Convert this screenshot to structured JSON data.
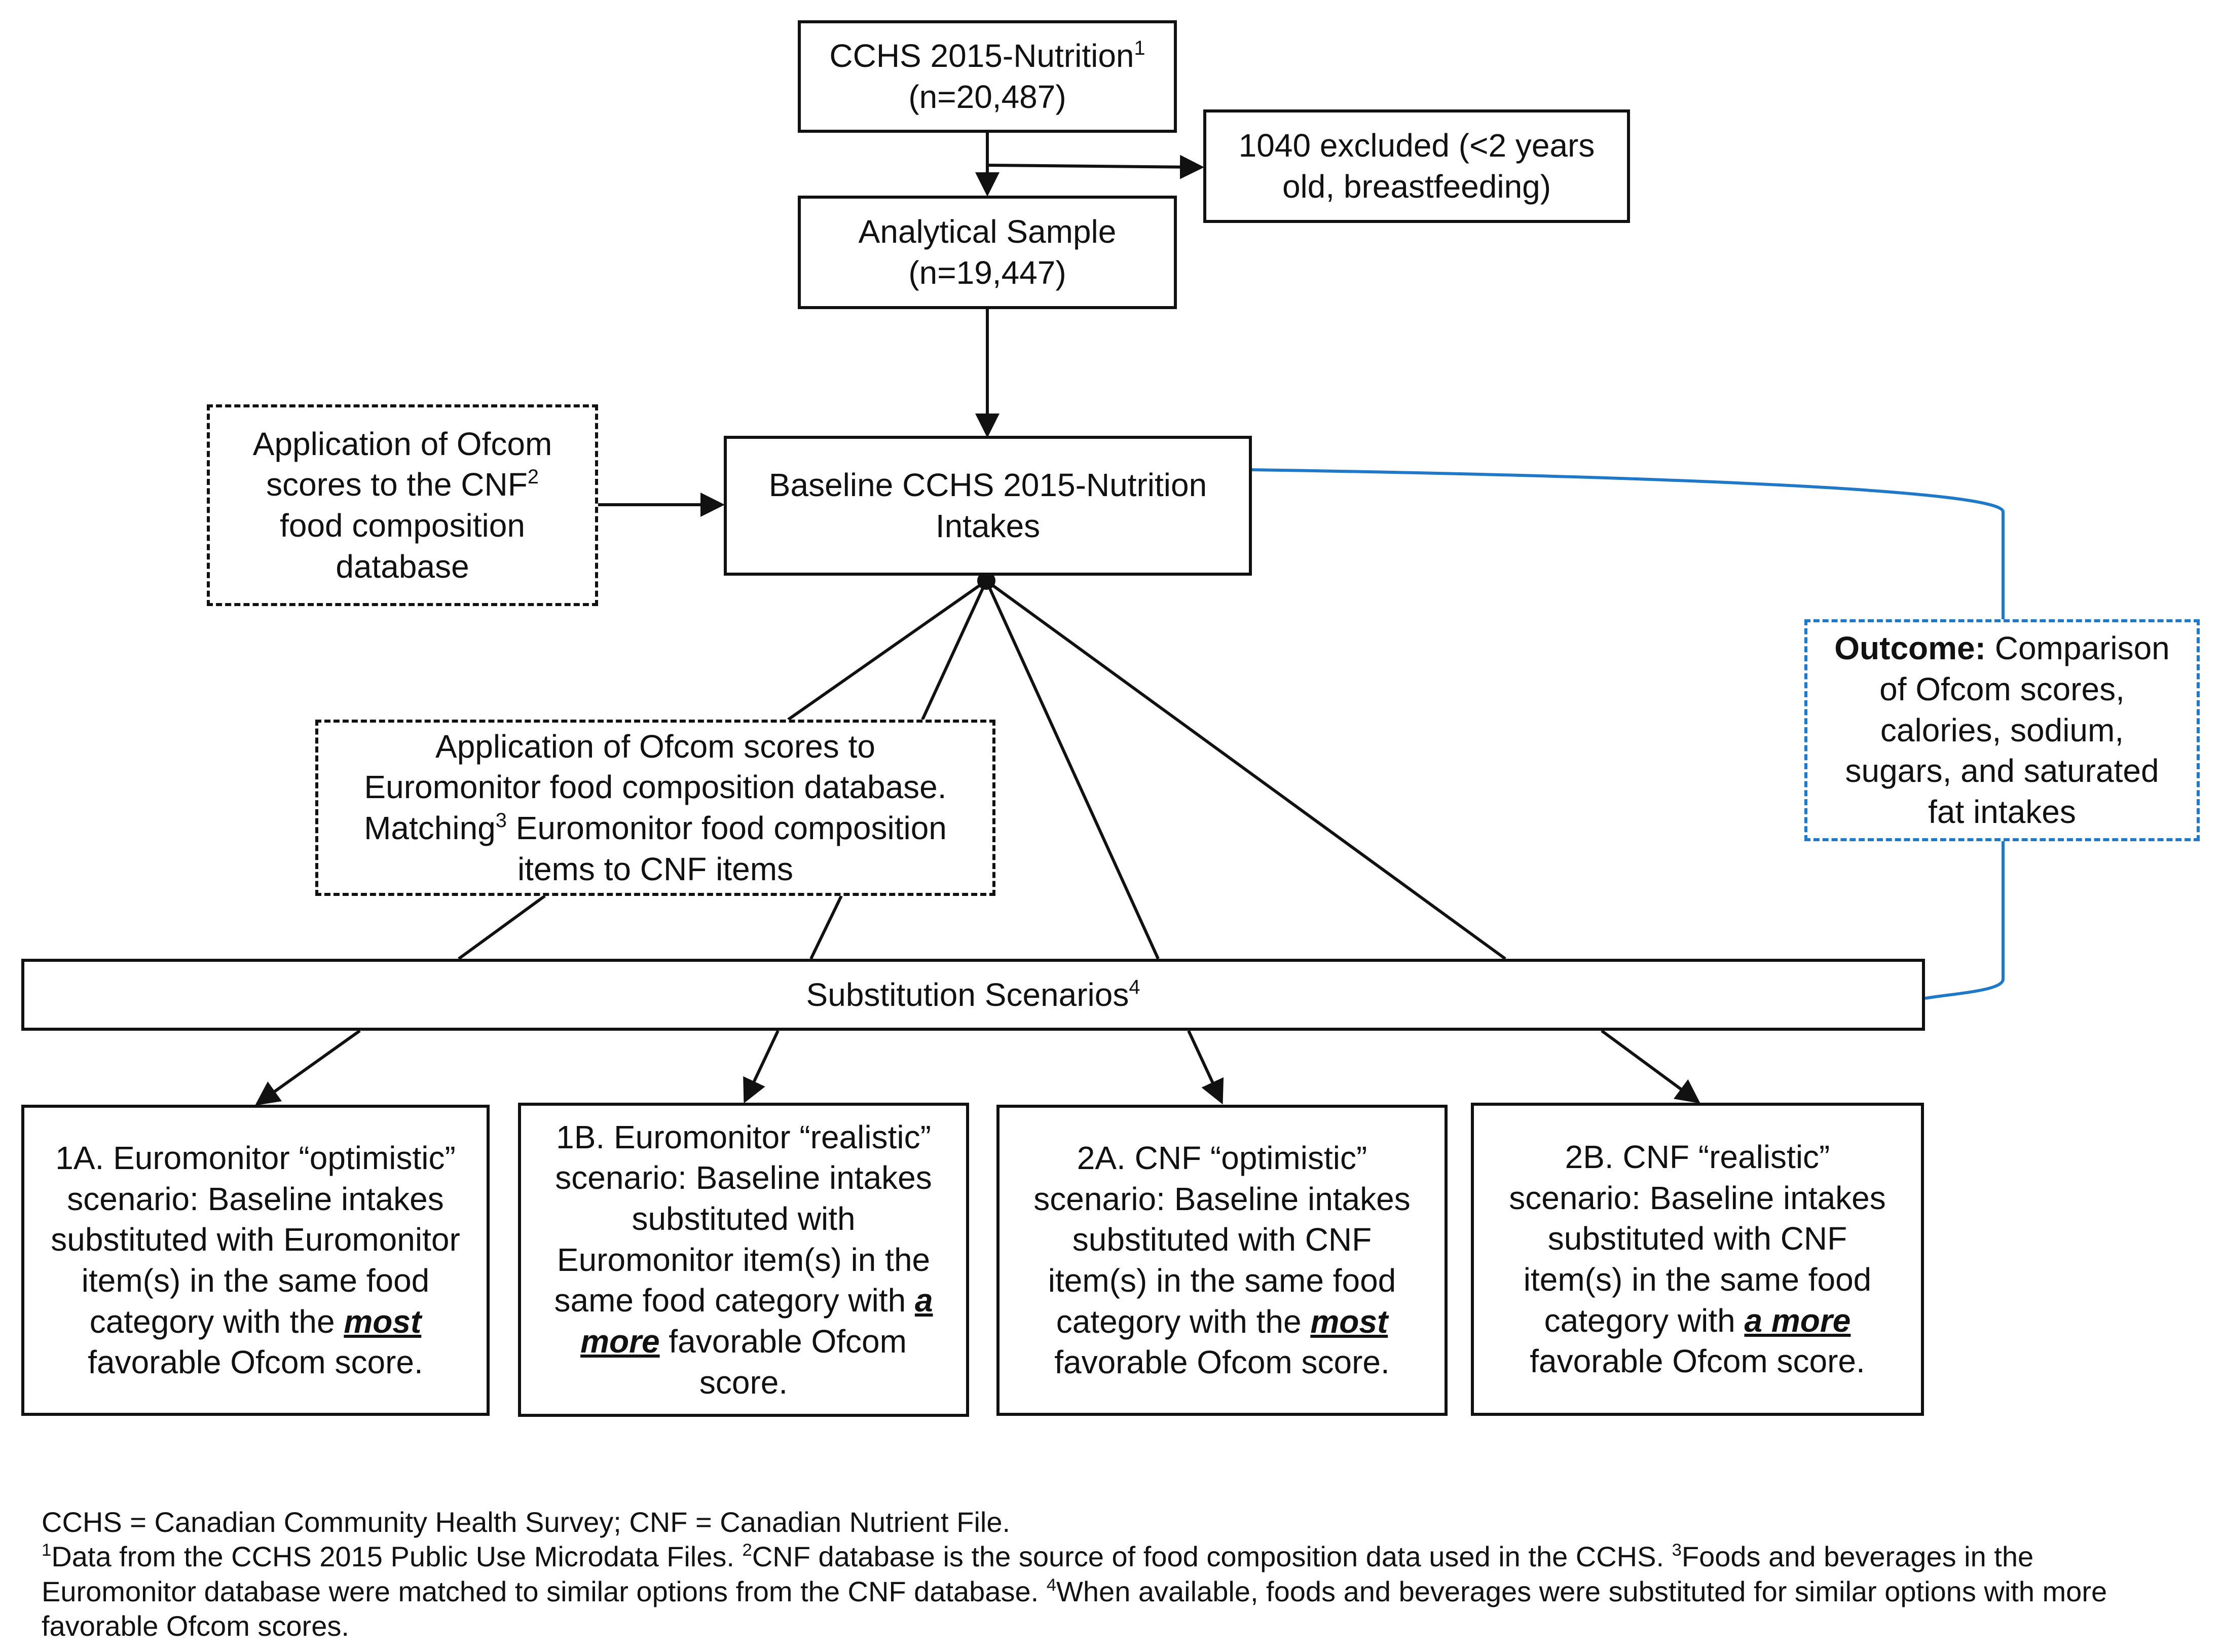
{
  "nodes": {
    "cchs": {
      "title": "CCHS 2015-Nutrition",
      "sup": "1",
      "n": "(n=20,487)"
    },
    "excluded": {
      "line1": "1040 excluded (<2 years",
      "line2": "old, breastfeeding)"
    },
    "analytical": {
      "title": "Analytical Sample",
      "n": "(n=19,447)"
    },
    "ofcom_cnf": {
      "line1": "Application of Ofcom",
      "line2_pre": "scores to the CNF",
      "line2_sup": "2",
      "line3": "food composition",
      "line4": "database"
    },
    "baseline": {
      "line1": "Baseline CCHS 2015-Nutrition",
      "line2": "Intakes"
    },
    "outcome": {
      "label": "Outcome:",
      "line1_rest": " Comparison",
      "line2": "of Ofcom scores,",
      "line3": "calories, sodium,",
      "line4": "sugars, and saturated",
      "line5": "fat intakes"
    },
    "euromonitor": {
      "line1": "Application of Ofcom scores to",
      "line2": "Euromonitor food composition database.",
      "line3_pre": "Matching",
      "line3_sup": "3",
      "line3_post": " Euromonitor food composition",
      "line4": "items to CNF items"
    },
    "substitution": {
      "title": "Substitution Scenarios",
      "sup": "4"
    },
    "s1a": {
      "l1": "1A. Euromonitor “optimistic”",
      "l2": "scenario: Baseline intakes",
      "l3": "substituted with Euromonitor",
      "l4": "item(s) in the same food",
      "l5_pre": "category with the ",
      "l5_emph": "most",
      "l6": "favorable Ofcom score."
    },
    "s1b": {
      "l1": "1B. Euromonitor “realistic”",
      "l2": "scenario: Baseline intakes",
      "l3": "substituted with",
      "l4": "Euromonitor item(s) in the",
      "l5_pre": "same food category with ",
      "l5_emph": "a",
      "l6_emph": "more",
      "l6_post": " favorable Ofcom",
      "l7": "score."
    },
    "s2a": {
      "l1": "2A. CNF “optimistic”",
      "l2": "scenario: Baseline intakes",
      "l3": "substituted with CNF",
      "l4": "item(s) in the same food",
      "l5_pre": "category with the ",
      "l5_emph": "most",
      "l6": "favorable Ofcom score."
    },
    "s2b": {
      "l1": "2B. CNF “realistic”",
      "l2": "scenario: Baseline intakes",
      "l3": "substituted with CNF",
      "l4": "item(s) in the same food",
      "l5_pre": "category with ",
      "l5_emph": "a more",
      "l6": "favorable Ofcom score."
    }
  },
  "footnotes": {
    "abbrev": "CCHS = Canadian Community Health Survey; CNF = Canadian Nutrient File.",
    "n1_sup": "1",
    "n1": "Data from the CCHS 2015 Public Use Microdata Files. ",
    "n2_sup": "2",
    "n2": "CNF database is the source of food composition data used in the CCHS. ",
    "n3_sup": "3",
    "n3": "Foods and beverages in the Euromonitor database were matched to similar options from the CNF database. ",
    "n4_sup": "4",
    "n4": "When available, foods and beverages were substituted for similar options with more favorable Ofcom scores."
  },
  "colors": {
    "line": "#111111",
    "outcome_accent": "#1f78c8"
  }
}
